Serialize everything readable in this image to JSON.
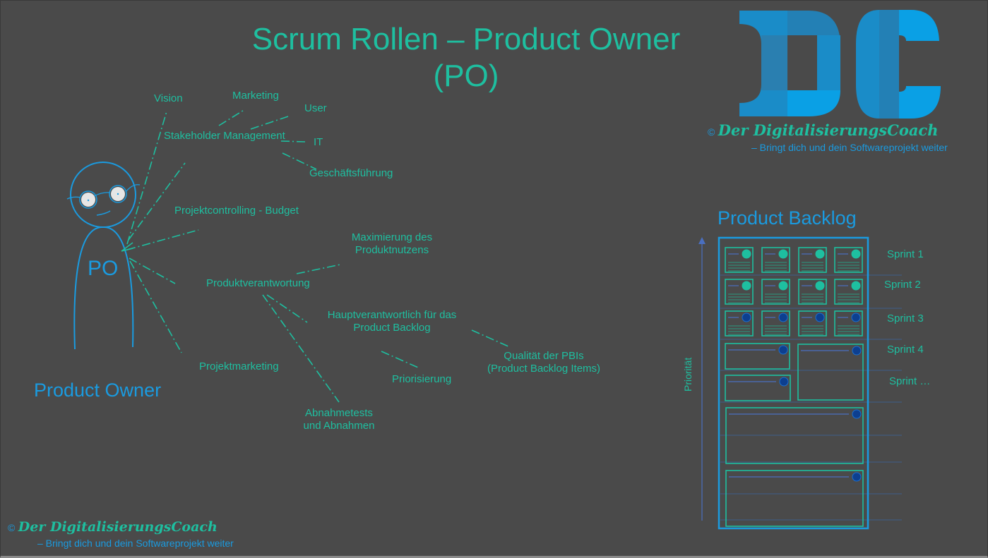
{
  "title": {
    "line1": "Scrum Rollen – Product Owner",
    "line2": "(PO)"
  },
  "figure": {
    "badge": "PO",
    "caption": "Product Owner"
  },
  "mindmap": {
    "vision": "Vision",
    "stakeholder": "Stakeholder Management",
    "marketing": "Marketing",
    "user": "User",
    "it": "IT",
    "management": "Geschäftsführung",
    "controlling": "Projektcontrolling - Budget",
    "product_responsibility": "Produktverantwortung",
    "maximize_line1": "Maximierung des",
    "maximize_line2": "Produktnutzens",
    "backlog_owner_line1": "Hauptverantwortlich für das",
    "backlog_owner_line2": "Product Backlog",
    "pbi_quality_line1": "Qualität der PBIs",
    "pbi_quality_line2": "(Product Backlog Items)",
    "prioritization": "Priorisierung",
    "acceptance_line1": "Abnahmetests",
    "acceptance_line2": "und  Abnahmen",
    "project_marketing": "Projektmarketing"
  },
  "backlog": {
    "title": "Product Backlog",
    "axis_label": "Priorität",
    "sprints": [
      "Sprint 1",
      "Sprint 2",
      "Sprint 3",
      "Sprint 4",
      "Sprint …"
    ]
  },
  "branding": {
    "logo_letters": "DC",
    "copyright": "©",
    "name": "Der DigitalisierungsCoach",
    "tagline": "– Bringt dich und dein Softwareprojekt weiter"
  },
  "colors": {
    "background": "#4a4a4a",
    "teal": "#1ebfa0",
    "blue": "#1a9be0",
    "dark_blue": "#0d3f8f",
    "divider": "#3f5d8a"
  }
}
